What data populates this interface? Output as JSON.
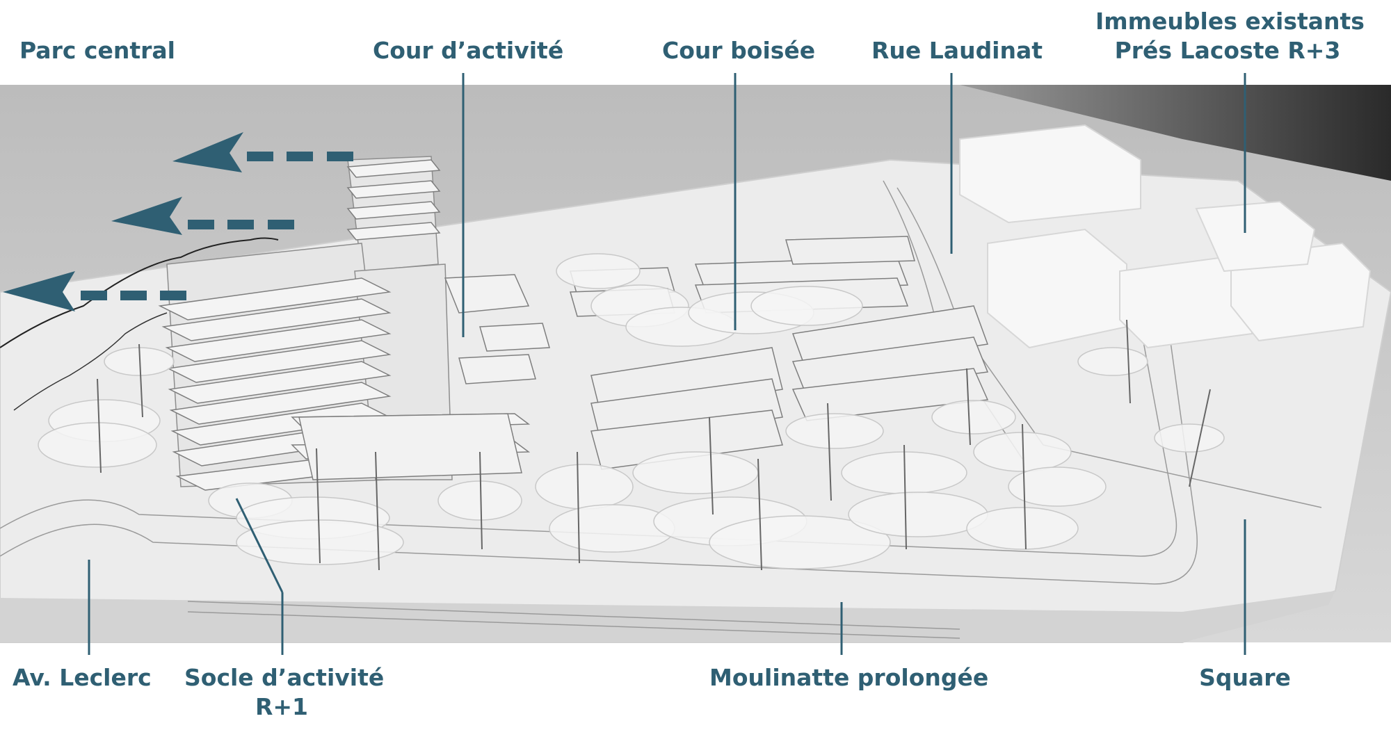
{
  "labels": {
    "parc_central": "Parc central",
    "cour_activite": "Cour d’activité",
    "cour_boisee": "Cour boisée",
    "rue_laudinat": "Rue Laudinat",
    "immeubles_line1": "Immeubles existants",
    "immeubles_line2": "Prés Lacoste R+3",
    "av_leclerc": "Av. Leclerc",
    "socle_line1": "Socle d’activité",
    "socle_line2": "R+1",
    "moulinatte": "Moulinatte prolongée",
    "square": "Square"
  },
  "colors": {
    "accent": "#2f5f73",
    "background": "#ffffff"
  },
  "icons": [
    "wind-arrow-icon"
  ]
}
